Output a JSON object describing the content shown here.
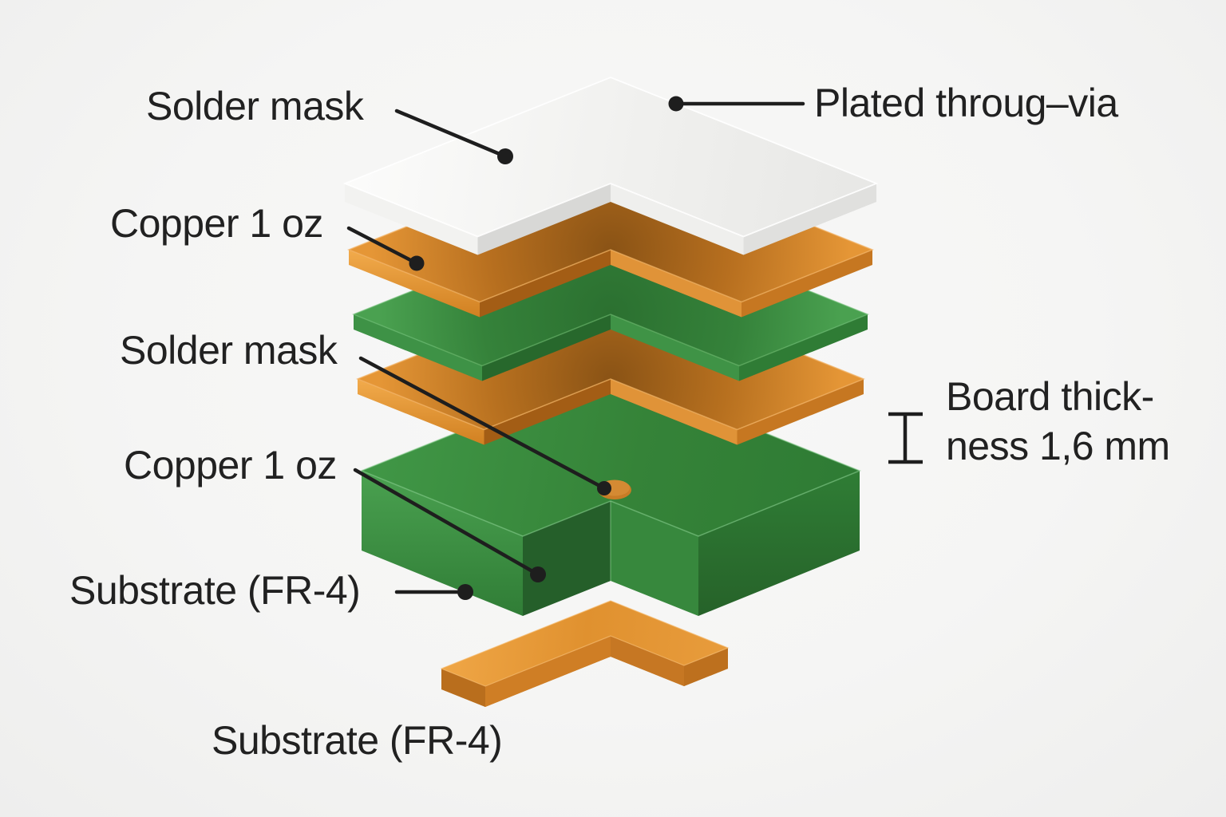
{
  "diagram": {
    "type": "pcb-exploded-stackup",
    "labels": {
      "solder_mask_top": "Solder mask",
      "plated_via": "Plated throug–via",
      "copper_top": "Copper 1 oz",
      "solder_mask_inner": "Solder mask",
      "copper_inner": "Copper 1 oz",
      "substrate_side": "Substrate (FR-4)",
      "substrate_bottom": "Substrate (FR-4)",
      "board_thickness_line1": "Board thick-",
      "board_thickness_line2": "ness 1,6 mm"
    },
    "board_thickness_value": "1,6 mm",
    "layers": [
      {
        "order": 1,
        "material": "Solder mask",
        "color": "#f2f2f0"
      },
      {
        "order": 2,
        "material": "Copper 1 oz",
        "color": "#d98a2e"
      },
      {
        "order": 3,
        "material": "Solder mask",
        "color": "#3c8f42"
      },
      {
        "order": 4,
        "material": "Copper 1 oz",
        "color": "#d98a2e"
      },
      {
        "order": 5,
        "material": "Substrate (FR-4)",
        "color": "#3c8f42"
      },
      {
        "order": 6,
        "material": "Copper trace",
        "color": "#e09a3c"
      }
    ],
    "colors": {
      "background": "#f6f6f5",
      "solder_mask_white": "#f2f2f0",
      "copper_orange": "#d98a2e",
      "substrate_green": "#3c8f42",
      "via_pad": "#c87c26",
      "text": "#212121",
      "leader_line": "#1e1e1e"
    }
  }
}
